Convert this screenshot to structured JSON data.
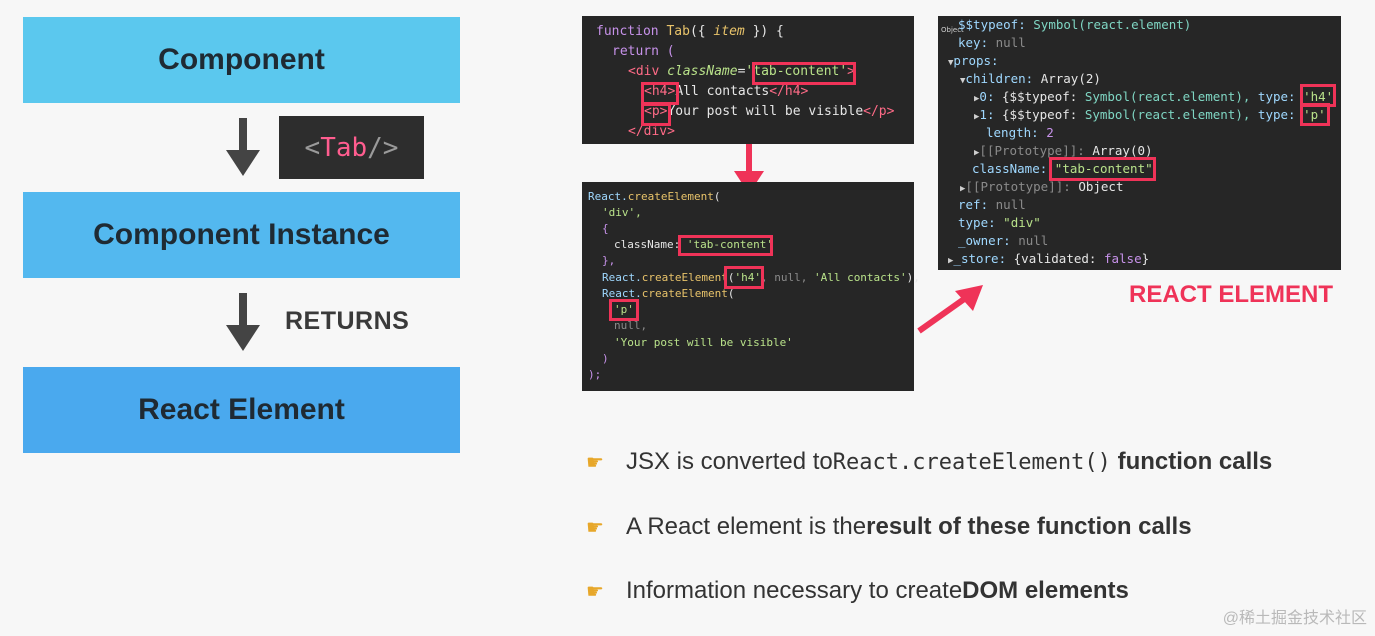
{
  "flow": {
    "component": "Component",
    "tab_chip_open": "<",
    "tab_chip_name": "Tab",
    "tab_chip_close": " />",
    "component_instance": "Component Instance",
    "returns": "RETURNS",
    "react_element": "React Element"
  },
  "jsx_code": {
    "l1a": "function",
    "l1b": "Tab",
    "l1c": "({",
    "l1d": "item",
    "l1e": "}) {",
    "l2": "return (",
    "l3a": "<div",
    "l3b": "className",
    "l3c": "=",
    "l3d": "'tab-content'",
    "l3e": ">",
    "l4a": "<h4>",
    "l4b": "All contacts",
    "l4c": "</h4>",
    "l5a": "<p>",
    "l5b": "Your post will be visible",
    "l5c": "</p>",
    "l6": "</div>"
  },
  "create_code": {
    "l1a": "React.",
    "l1b": "createElement",
    "l1c": "(",
    "l2": "'div',",
    "l3": "{",
    "l4a": "className:",
    "l4b": "'tab-content'",
    "l5": "},",
    "l6a": "React.",
    "l6b": "createElement",
    "l6c": "(",
    "l6d": "'h4'",
    "l6e": ", null, ",
    "l6f": "'All contacts'",
    "l6g": "),",
    "l7a": "React.",
    "l7b": "createElement",
    "l7c": "(",
    "l8": "'p'",
    "l9": "null,",
    "l10": "'Your post will be visible'",
    "l11": ")",
    "l12": ");"
  },
  "object_code": {
    "badge": "Object",
    "l1a": "$$typeof:",
    "l1b": "Symbol(react.element)",
    "l2a": "key:",
    "l2b": "null",
    "l3": "props:",
    "l4a": "children:",
    "l4b": "Array(2)",
    "l5a": "0:",
    "l5b": "{$$typeof:",
    "l5c": "Symbol(react.element),",
    "l5d": "type:",
    "l5e": "'h4'",
    "l6a": "1:",
    "l6b": "{$$typeof:",
    "l6c": "Symbol(react.element),",
    "l6d": "type:",
    "l6e": "'p'",
    "l7a": "length:",
    "l7b": "2",
    "l8a": "[[Prototype]]:",
    "l8b": "Array(0)",
    "l9a": "className:",
    "l9b": "\"tab-content\"",
    "l10a": "[[Prototype]]:",
    "l10b": "Object",
    "l11a": "ref:",
    "l11b": "null",
    "l12a": "type:",
    "l12b": "\"div\"",
    "l13a": "_owner:",
    "l13b": "null",
    "l14a": "_store:",
    "l14b": "{validated:",
    "l14c": "false",
    "l14d": "}"
  },
  "react_element_label": "REACT ELEMENT",
  "bullets": [
    {
      "a": "JSX is converted to ",
      "code": "React.createElement()",
      "b": "function calls"
    },
    {
      "a": "A React element is the ",
      "b": "result of these function calls"
    },
    {
      "a": "Information necessary to create ",
      "b": "DOM elements"
    }
  ],
  "watermark": "@稀土掘金技术社区",
  "colors": {
    "highlight": "#ef3358",
    "box_top": "#5bc8ee",
    "box_mid": "#53b8ef",
    "box_bottom": "#4aa9ee",
    "code_bg": "#262626"
  },
  "icons": [
    "arrow-down-icon",
    "pointing-hand-icon"
  ]
}
